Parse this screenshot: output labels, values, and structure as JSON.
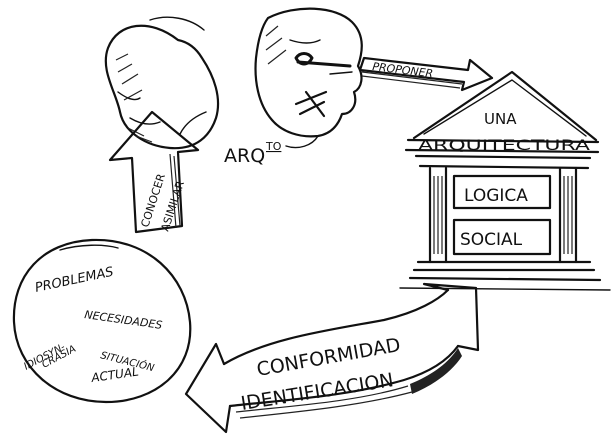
{
  "heads": {
    "label": "ARQ",
    "label_sup": "TO"
  },
  "propose_arrow": {
    "label": "PROPONER"
  },
  "building": {
    "line1": "UNA",
    "line2": "ARQUITECTURA",
    "panel_top": "LOGICA",
    "panel_bottom": "SOCIAL"
  },
  "knowledge_arrow": {
    "line1": "CONOCER",
    "line2": "ASIMILAR"
  },
  "circle": {
    "item1": "PROBLEMAS",
    "item2": "NECESIDADES",
    "item3a": "IDIOSYN-",
    "item3b": "CRASIA",
    "item4a": "SITUACIÓN",
    "item4b": "ACTUAL"
  },
  "curved_arrow": {
    "line1": "CONFORMIDAD",
    "line2": "IDENTIFICACION"
  },
  "colors": {
    "ink": "#111111",
    "paper": "#ffffff"
  }
}
